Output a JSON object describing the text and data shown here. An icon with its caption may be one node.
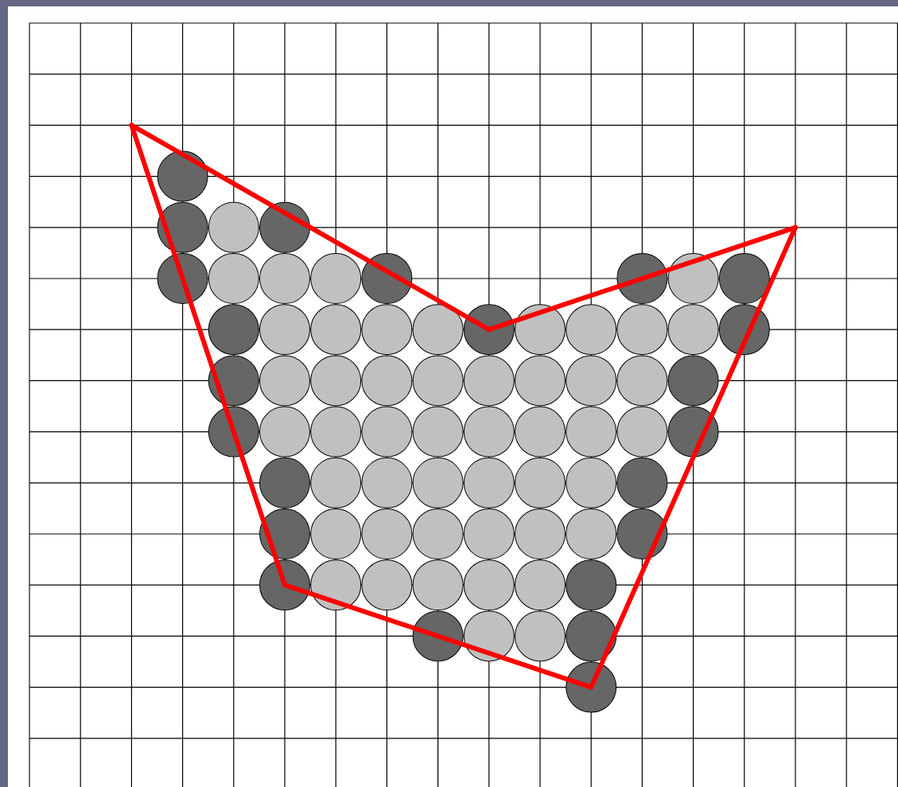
{
  "diagram": {
    "nodes": [
      {
        "text": [],
        "shape": "point"
      },
      {
        "text": [],
        "shape": "point"
      },
      {
        "text": [],
        "shape": "point"
      },
      {
        "text": [],
        "shape": "point"
      },
      {
        "text": [],
        "shape": "point"
      }
    ],
    "edges": [
      {
        "from": 0,
        "to": 1,
        "arrow": "none"
      },
      {
        "from": 1,
        "to": 2,
        "arrow": "none"
      },
      {
        "from": 2,
        "to": 3,
        "arrow": "none"
      },
      {
        "from": 3,
        "to": 4,
        "arrow": "none"
      },
      {
        "from": 4,
        "to": 0,
        "arrow": "none"
      }
    ]
  }
}
